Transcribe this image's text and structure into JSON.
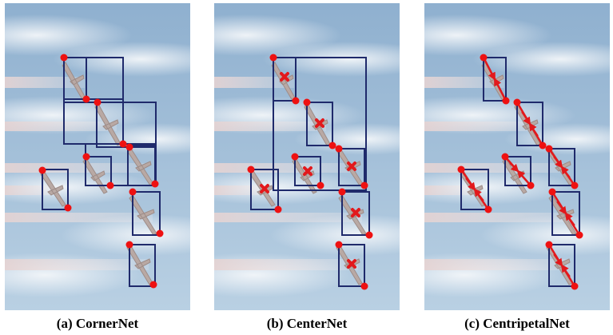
{
  "figure": {
    "captions": [
      "(a) CornerNet",
      "(b) CenterNet",
      "(c) CentripetalNet"
    ],
    "colors": {
      "box": "#1f2a6b",
      "keypoint": "#ee1111",
      "center_marker": "#e2191c",
      "sky": "#a8c4dc",
      "cloud": "#eef2f6",
      "smoke": "#d8c0bf",
      "aircraft": "#b9a9a4"
    },
    "icons": {
      "corner": "red-dot",
      "center": "red-cross-mark",
      "centripetal_shift": "red-arrow"
    }
  }
}
